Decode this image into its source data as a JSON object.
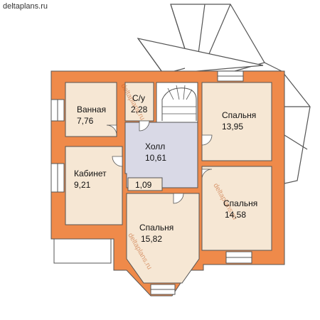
{
  "header": {
    "site": "deltaplans.ru"
  },
  "watermark": {
    "text": "deltaplans.ru"
  },
  "rooms": {
    "bath": {
      "name": "Ванная",
      "area": "7,76"
    },
    "wc": {
      "name": "С/у",
      "area": "2,28"
    },
    "hall": {
      "name": "Холл",
      "area": "10,61"
    },
    "closet": {
      "area": "1,09"
    },
    "cabinet": {
      "name": "Кабинет",
      "area": "9,21"
    },
    "bed1": {
      "name": "Спальня",
      "area": "13,95"
    },
    "bed2": {
      "name": "Спальня",
      "area": "14,58"
    },
    "bed3": {
      "name": "Спальня",
      "area": "15,82"
    }
  },
  "colors": {
    "wall": "#ef8a4a",
    "room_fill": "#f6e7d4",
    "hall_fill": "#d9d9e6",
    "outline": "#555555",
    "background": "#ffffff"
  }
}
